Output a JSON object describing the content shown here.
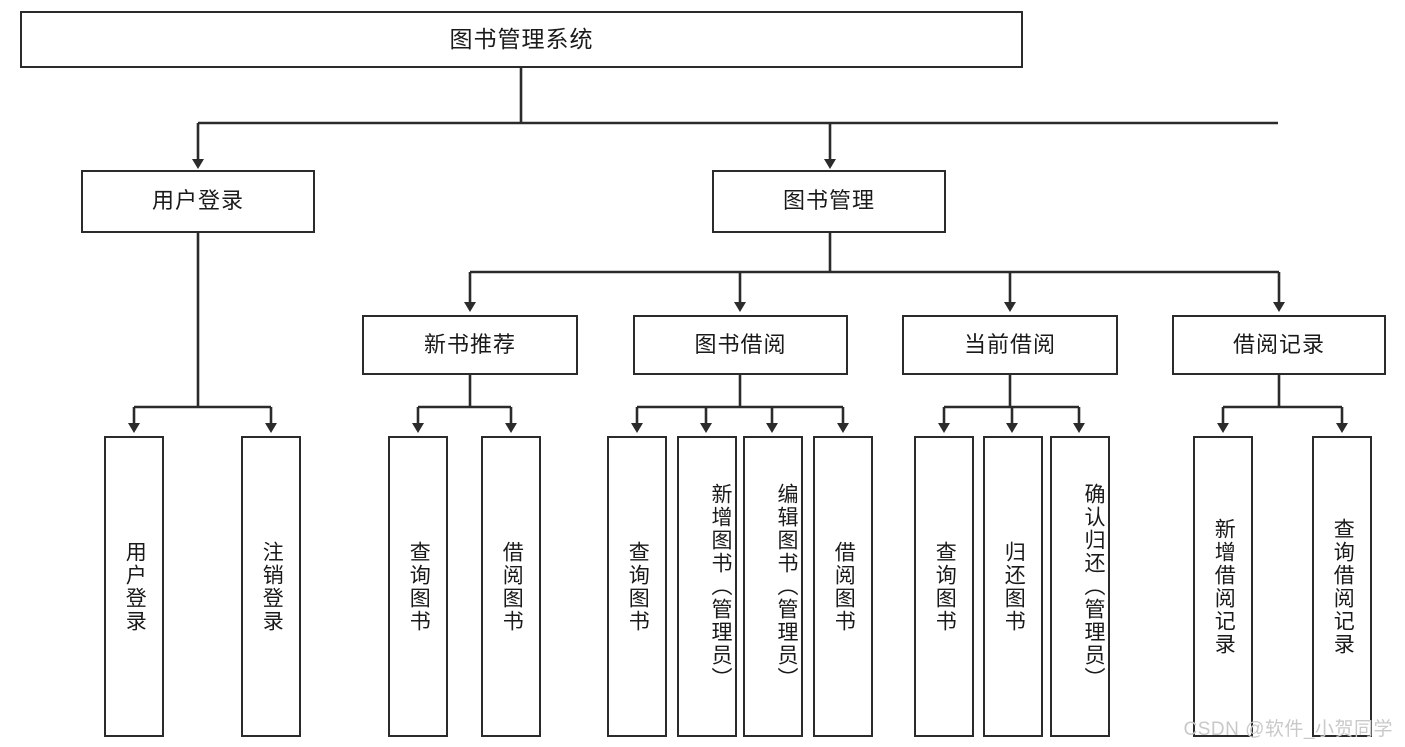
{
  "diagram": {
    "title": "图书管理系统",
    "watermark": "CSDN @软件_小贺同学",
    "colors": {
      "box_border": "#2b2b2b",
      "box_fill": "#ffffff",
      "line": "#2b2b2b",
      "text": "#1a1a1a",
      "watermark": "#c9c9c9",
      "background": "#ffffff"
    },
    "root": {
      "label": "图书管理系统"
    },
    "level2": [
      {
        "label": "用户登录"
      },
      {
        "label": "图书管理"
      }
    ],
    "level3": [
      {
        "label": "新书推荐"
      },
      {
        "label": "图书借阅"
      },
      {
        "label": "当前借阅"
      },
      {
        "label": "借阅记录"
      }
    ],
    "leaves": {
      "user_login": [
        {
          "label": "用户登录"
        },
        {
          "label": "注销登录"
        }
      ],
      "new_book_rec": [
        {
          "label": "查询图书"
        },
        {
          "label": "借阅图书"
        }
      ],
      "book_borrow": [
        {
          "label": "查询图书"
        },
        {
          "label": "新增图书（管理员）"
        },
        {
          "label": "编辑图书（管理员）"
        },
        {
          "label": "借阅图书"
        }
      ],
      "current_borrow": [
        {
          "label": "查询图书"
        },
        {
          "label": "归还图书"
        },
        {
          "label": "确认归还（管理员）"
        }
      ],
      "borrow_record": [
        {
          "label": "新增借阅记录"
        },
        {
          "label": "查询借阅记录"
        }
      ]
    }
  }
}
